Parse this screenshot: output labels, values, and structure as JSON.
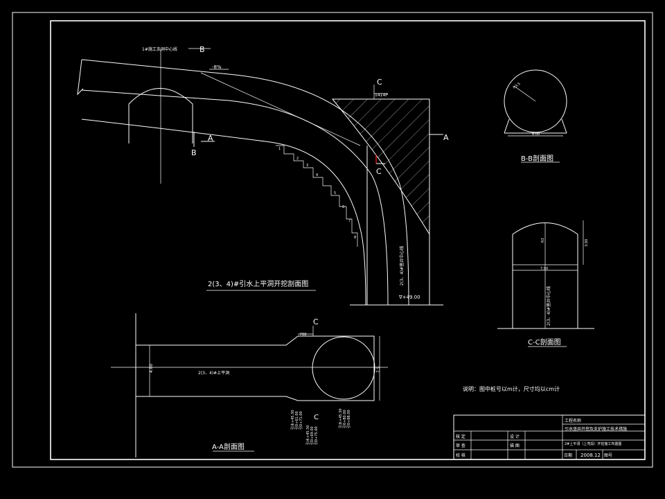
{
  "drawing": {
    "labels": {
      "section_B_top": "B",
      "section_B_bottom": "B",
      "section_C_top": "C",
      "section_C_mid": "C",
      "section_C_plan": "C",
      "section_C_plan_low": "C",
      "section_A_left": "A",
      "section_A_right": "A",
      "slope": "-8%",
      "adit_centerline": "1#施工支洞中心线",
      "dim_top": "1414P",
      "dim_plan_top": "P88",
      "shaft_axis": "2(3、4)#竖井中心线",
      "shaft_elev": "∇+49.00",
      "main_title": "2(3、4)#引水上平洞开挖剖面图",
      "plan_tunnel": "2(3、4)#上平洞",
      "dim_plan_left": "4.00",
      "dim_plan_right": "7.5",
      "bb_radius": "R3.5",
      "bb_width": "6.00",
      "bb_title": "B-B剖面图",
      "cc_radius": "R3",
      "cc_height": "3.00",
      "cc_width": "7.00",
      "cc_axis": "2(3、4)#竖井中心线",
      "cc_title": "C-C剖面图",
      "aa_title": "A-A剖面图",
      "note": "说明：图中桩号以m计，尺寸均以cm计"
    },
    "elev_left": [
      "引水+45.30",
      "引0+61.00",
      "引0+71.00"
    ],
    "elev_mid": [
      "引水+45.30",
      "引0+69.00",
      "引0+75.00"
    ],
    "elev_right": [
      "引水+45.30",
      "引0+80.00",
      "引0+88.00"
    ],
    "steps": [
      "1",
      "2",
      "3",
      "4",
      "5",
      "6",
      "7",
      "8"
    ]
  },
  "title_block": {
    "project_name_label": "工程名称",
    "project_name": "引水竖井开挖及支护施工技术措施",
    "row1_left": "核 定",
    "row1_mid": "设 计",
    "row2_left": "审 查",
    "row2_mid": "描 图",
    "row3_left": "校 核",
    "drawing_title": "2#上平洞（上弯段）开挖施工布置图",
    "date_label": "日期",
    "date": "2008.12",
    "sheet_label": "图号"
  }
}
